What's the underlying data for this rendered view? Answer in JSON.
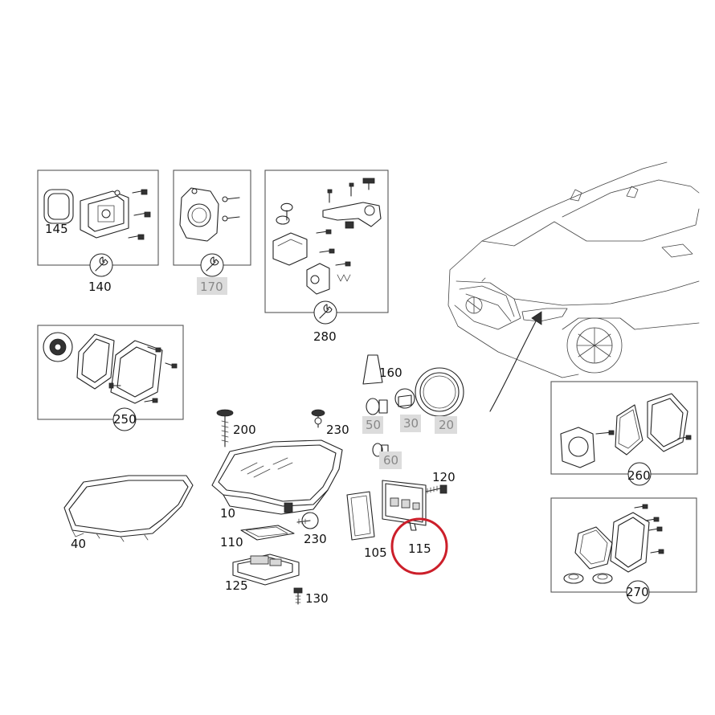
{
  "parts": {
    "p145": "145",
    "p140": "140",
    "p170": "170",
    "p280": "280",
    "p250": "250",
    "p160": "160",
    "p50": "50",
    "p30": "30",
    "p20": "20",
    "p60": "60",
    "p200": "200",
    "p230a": "230",
    "p10": "10",
    "p40": "40",
    "p120": "120",
    "p110": "110",
    "p230b": "230",
    "p105": "105",
    "p115": "115",
    "p125": "125",
    "p130": "130",
    "p260": "260",
    "p270": "270"
  },
  "colors": {
    "highlight_circle": "#cc1f2a",
    "muted_label_bg": "#dcdcdc",
    "muted_label_text": "#888888",
    "line": "#222222"
  },
  "icons": {
    "service_marker": "wrench-icon"
  },
  "highlighted_part": "115"
}
